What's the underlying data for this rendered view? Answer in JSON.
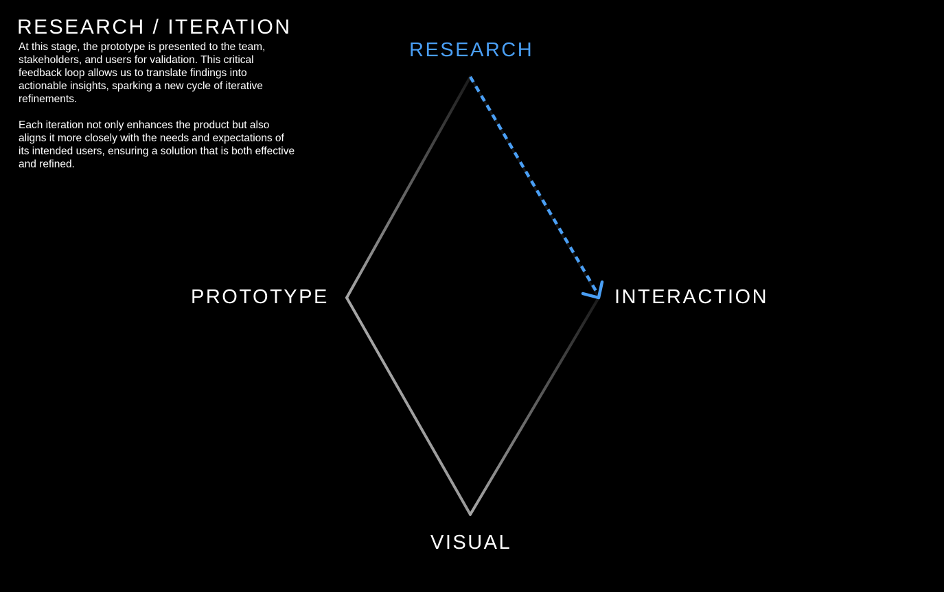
{
  "header": {
    "title": "RESEARCH / ITERATION",
    "paragraphs": [
      "At this stage, the prototype is presented to the team, stakeholders, and users for validation. This critical feedback loop allows us to translate findings into actionable insights, sparking a new cycle of iterative refinements.",
      "Each iteration not only enhances the product but also aligns it more closely with the needs and expectations of its intended users, ensuring a solution that is both effective and refined."
    ]
  },
  "diagram": {
    "nodes": {
      "top": "RESEARCH",
      "left": "PROTOTYPE",
      "right": "INTERACTION",
      "bottom": "VISUAL"
    },
    "active_node": "top",
    "arrow": {
      "from": "RESEARCH",
      "to": "INTERACTION",
      "style": "dashed"
    }
  },
  "colors": {
    "background": "#000000",
    "text": "#ffffff",
    "accent": "#4a9ff5",
    "edge_light": "#a6a6a6",
    "edge_dark": "#1a1a1a"
  }
}
